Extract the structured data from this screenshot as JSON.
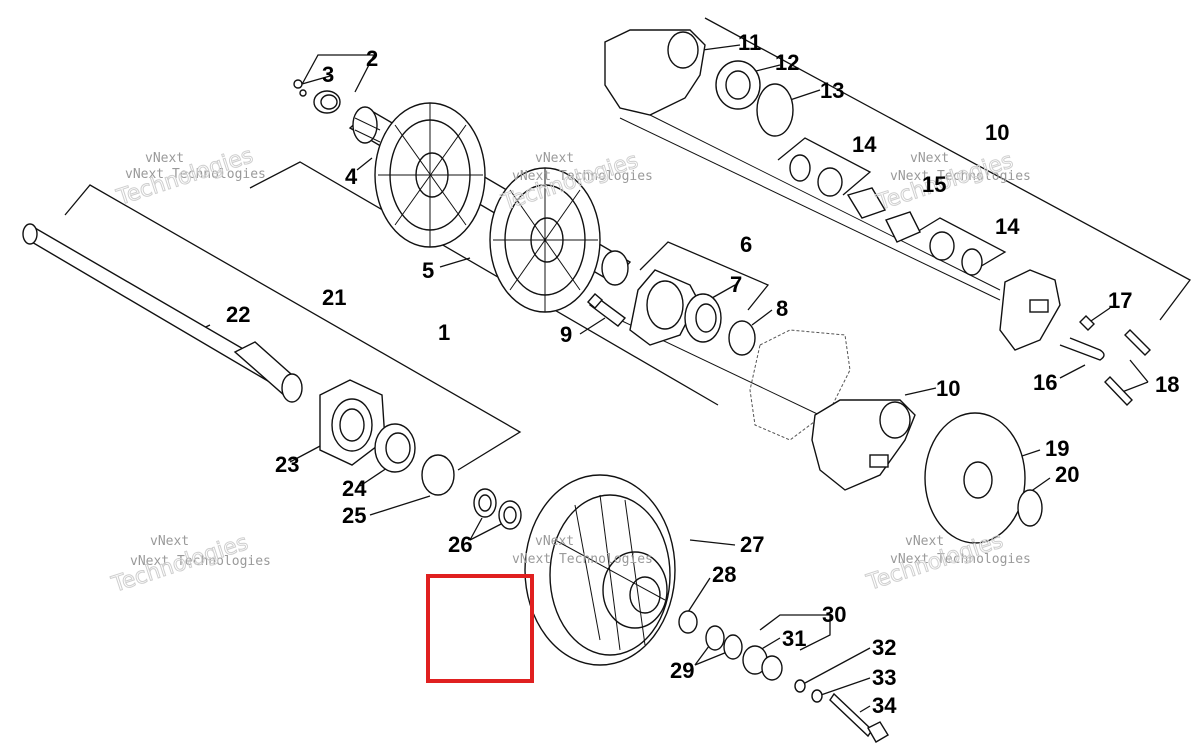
{
  "callouts": {
    "c1": "1",
    "c2": "2",
    "c3": "3",
    "c4": "4",
    "c5": "5",
    "c6": "6",
    "c7": "7",
    "c8": "8",
    "c9": "9",
    "c10a": "10",
    "c10b": "10",
    "c11": "11",
    "c12": "12",
    "c13": "13",
    "c14a": "14",
    "c14b": "14",
    "c15": "15",
    "c16": "16",
    "c17": "17",
    "c18": "18",
    "c19": "19",
    "c20": "20",
    "c21": "21",
    "c22": "22",
    "c23": "23",
    "c24": "24",
    "c25": "25",
    "c26": "26",
    "c27": "27",
    "c28": "28",
    "c29": "29",
    "c30": "30",
    "c31": "31",
    "c32": "32",
    "c33": "33",
    "c34": "34"
  },
  "watermark": {
    "line1": "vNext",
    "line2": "vNext Technologies",
    "line3": "Technologies"
  },
  "highlight": {
    "color": "#e02020"
  }
}
